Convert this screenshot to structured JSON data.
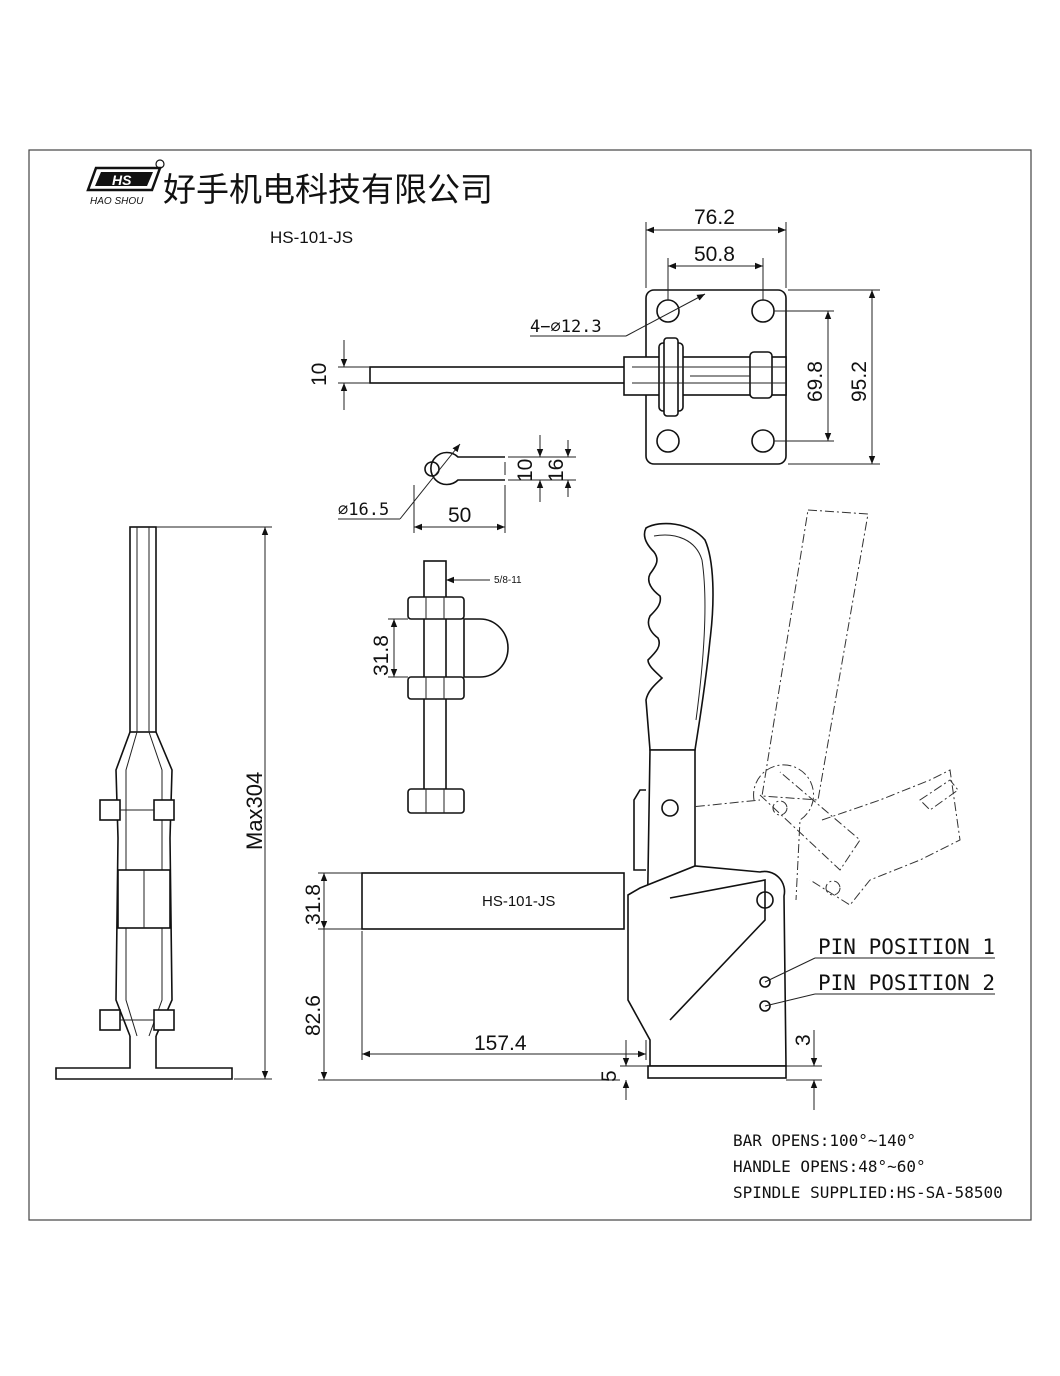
{
  "company": {
    "logo_text": "HS",
    "logo_subtext": "HAO SHOU",
    "name": "好手机电科技有限公司"
  },
  "model": "HS-101-JS",
  "handle_label": "HS-101-JS",
  "dimensions": {
    "top_width_outer": "76.2",
    "top_width_inner": "50.8",
    "hole_spec": "4−⌀12.3",
    "arm_thickness": "10",
    "hole_spacing_v": "69.8",
    "base_height": "95.2",
    "slot_diameter": "⌀16.5",
    "slot_length": "50",
    "slot_width_a": "10",
    "slot_width_b": "16",
    "thread": "5/8-11",
    "spindle_nut_span": "31.8",
    "max_height": "Max304",
    "bar_height": "31.8",
    "pivot_height": "82.6",
    "bar_length": "157.4",
    "base_thk": "5",
    "base_offset": "3"
  },
  "pin_positions": {
    "p1": "PIN POSITION 1",
    "p2": "PIN POSITION 2"
  },
  "notes": [
    "BAR OPENS:100°~140°",
    "HANDLE OPENS:48°~60°",
    "SPINDLE SUPPLIED:HS-SA-58500"
  ]
}
